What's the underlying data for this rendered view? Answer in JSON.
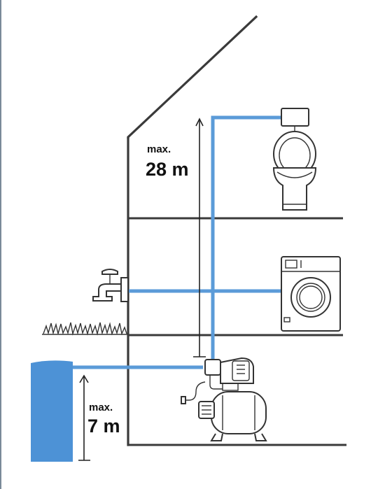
{
  "labels": {
    "height_upper_prefix": "max.",
    "height_upper_value": "28 m",
    "height_lower_prefix": "max.",
    "height_lower_value": "7 m"
  },
  "colors": {
    "pipe": "#5b9bd8",
    "water_tank": "#4d92d6",
    "lines": "#3a3a3a",
    "background": "#ffffff"
  },
  "icons": [
    "toilet-icon",
    "washing-machine-icon",
    "garden-tap-icon",
    "grass-icon",
    "water-tank-icon",
    "pump-icon"
  ]
}
